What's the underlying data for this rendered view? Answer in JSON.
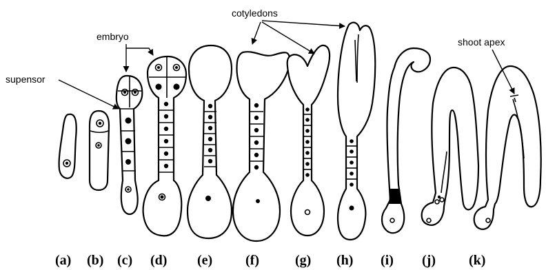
{
  "annotations": {
    "supensor": "supensor",
    "embryo": "embryo",
    "cotyledons": "cotyledons",
    "shoot_apex": "shoot apex"
  },
  "stage_labels": [
    "(a)",
    "(b)",
    "(c)",
    "(d)",
    "(e)",
    "(f)",
    "(g)",
    "(h)",
    "(i)",
    "(j)",
    "(k)"
  ],
  "line_color": "#000000",
  "background_color": "#ffffff"
}
